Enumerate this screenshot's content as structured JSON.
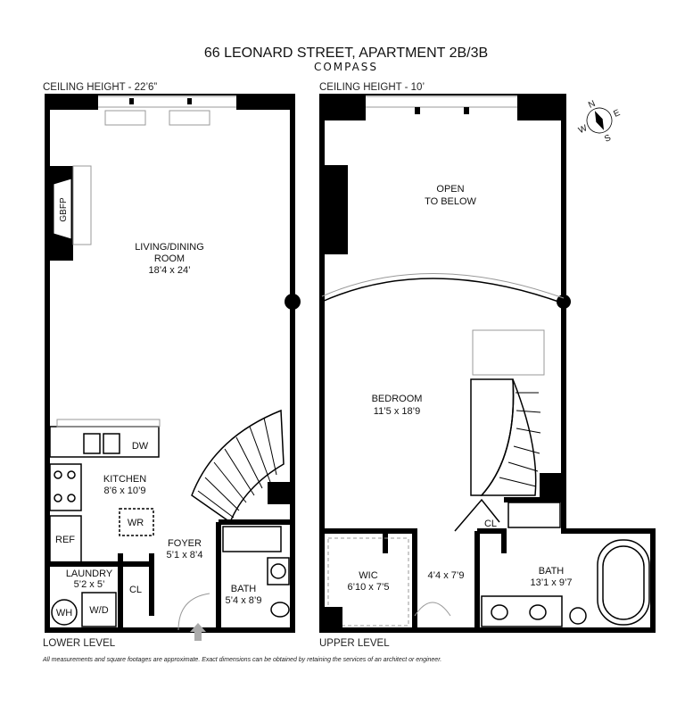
{
  "header": {
    "title": "66 LEONARD STREET, APARTMENT 2B/3B",
    "brand": "COMPASS"
  },
  "lower_level": {
    "label": "LOWER LEVEL",
    "ceiling": "CEILING HEIGHT - 22’6”",
    "rooms": {
      "living_name": "LIVING/DINING",
      "living_name2": "ROOM",
      "living_dim": "18’4 x 24’",
      "fireplace": "GBFP",
      "kitchen_name": "KITCHEN",
      "kitchen_dim": "8’6 x 10’9",
      "dw": "DW",
      "ref": "REF",
      "wr": "WR",
      "foyer_name": "FOYER",
      "foyer_dim": "5’1 x 8’4",
      "laundry_name": "LAUNDRY",
      "laundry_dim": "5’2 x 5’",
      "cl": "CL",
      "wh": "WH",
      "wd": "W/D",
      "bath_name": "BATH",
      "bath_dim": "5’4 x 8’9"
    }
  },
  "upper_level": {
    "label": "UPPER LEVEL",
    "ceiling": "CEILING HEIGHT - 10’",
    "rooms": {
      "open_1": "OPEN",
      "open_2": "TO BELOW",
      "bedroom_name": "BEDROOM",
      "bedroom_dim": "11’5 x 18’9",
      "cl": "CL",
      "wic_name": "WIC",
      "wic_dim": "6’10 x 7’5",
      "hall_dim": "4’4 x 7’9",
      "bath_name": "BATH",
      "bath_dim": "13’1 x 9’7"
    }
  },
  "compass": {
    "n": "N",
    "e": "E",
    "s": "S",
    "w": "W"
  },
  "footer": "All measurements and square footages are approximate. Exact dimensions can be obtained by retaining the services of an architect or engineer."
}
